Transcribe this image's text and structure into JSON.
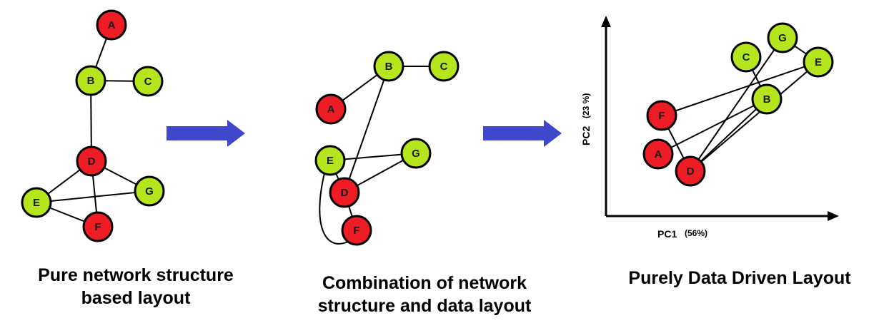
{
  "colors": {
    "red": "#ee1c24",
    "green": "#b5e61d",
    "arrow": "#3f48cc",
    "stroke": "#000000"
  },
  "panels": [
    {
      "caption_lines": [
        "Pure network structure",
        "based layout"
      ],
      "nodes": [
        {
          "id": "A",
          "color": "red"
        },
        {
          "id": "B",
          "color": "green"
        },
        {
          "id": "C",
          "color": "green"
        },
        {
          "id": "D",
          "color": "red"
        },
        {
          "id": "E",
          "color": "green"
        },
        {
          "id": "F",
          "color": "red"
        },
        {
          "id": "G",
          "color": "green"
        }
      ],
      "edges": [
        [
          "A",
          "B"
        ],
        [
          "B",
          "C"
        ],
        [
          "B",
          "D"
        ],
        [
          "D",
          "E"
        ],
        [
          "D",
          "G"
        ],
        [
          "D",
          "F"
        ],
        [
          "E",
          "G"
        ],
        [
          "E",
          "F"
        ]
      ]
    },
    {
      "caption_lines": [
        "Combination of network",
        "structure and data layout"
      ],
      "nodes": [
        {
          "id": "B",
          "color": "green"
        },
        {
          "id": "C",
          "color": "green"
        },
        {
          "id": "A",
          "color": "red"
        },
        {
          "id": "E",
          "color": "green"
        },
        {
          "id": "G",
          "color": "green"
        },
        {
          "id": "D",
          "color": "red"
        },
        {
          "id": "F",
          "color": "red"
        }
      ],
      "edges": [
        [
          "A",
          "B"
        ],
        [
          "B",
          "C"
        ],
        [
          "B",
          "D"
        ],
        [
          "E",
          "G"
        ],
        [
          "D",
          "G"
        ],
        [
          "E",
          "D"
        ],
        [
          "D",
          "F"
        ],
        [
          "E",
          "F"
        ]
      ]
    },
    {
      "caption_lines": [
        "Purely Data Driven Layout"
      ],
      "axes": {
        "x_label": "PC1",
        "x_pct": "(56%)",
        "y_label": "PC2",
        "y_pct": "(23 %)"
      },
      "nodes": [
        {
          "id": "G",
          "color": "green"
        },
        {
          "id": "C",
          "color": "green"
        },
        {
          "id": "E",
          "color": "green"
        },
        {
          "id": "B",
          "color": "green"
        },
        {
          "id": "F",
          "color": "red"
        },
        {
          "id": "A",
          "color": "red"
        },
        {
          "id": "D",
          "color": "red"
        }
      ],
      "edges": [
        [
          "G",
          "E"
        ],
        [
          "C",
          "B"
        ],
        [
          "F",
          "E"
        ],
        [
          "F",
          "D"
        ],
        [
          "A",
          "B"
        ],
        [
          "D",
          "B"
        ],
        [
          "D",
          "G"
        ],
        [
          "D",
          "E"
        ]
      ]
    }
  ]
}
